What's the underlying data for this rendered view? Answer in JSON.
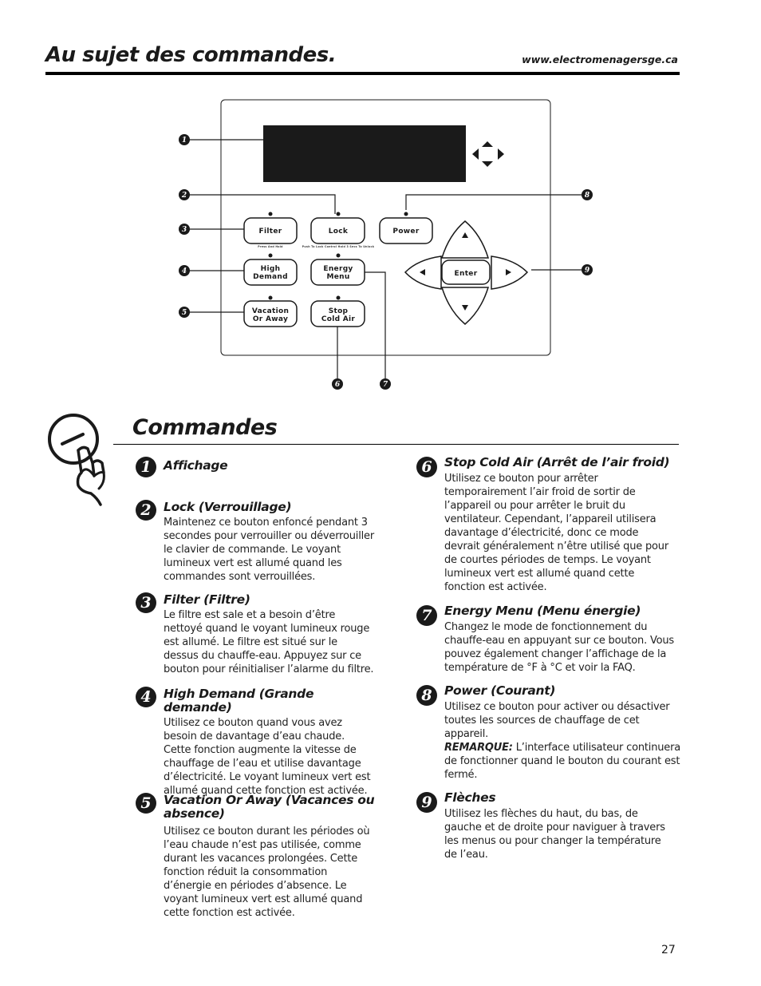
{
  "header": {
    "title": "Au sujet des commandes.",
    "url": "www.electromenagersge.ca"
  },
  "panel": {
    "buttons": {
      "filter": "Filter",
      "filter_sub": "Press And Hold",
      "lock": "Lock",
      "lock_sub": "Push To Lock Control Hold 3 Secs To Unlock",
      "power": "Power",
      "high_demand_line1": "High",
      "high_demand_line2": "Demand",
      "energy_menu_line1": "Energy",
      "energy_menu_line2": "Menu",
      "vacation_line1": "Vacation",
      "vacation_line2": "Or Away",
      "stop_line1": "Stop",
      "stop_line2": "Cold Air",
      "enter": "Enter"
    },
    "callouts": [
      "1",
      "2",
      "3",
      "4",
      "5",
      "6",
      "7",
      "8",
      "9"
    ]
  },
  "section": {
    "title": "Commandes"
  },
  "items_left": [
    {
      "num": "1",
      "title": "Affichage",
      "body": ""
    },
    {
      "num": "2",
      "title": "Lock (Verrouillage)",
      "body": "Maintenez ce bouton enfoncé pendant 3 secondes pour verrouiller ou déverrouiller le clavier de commande. Le voyant lumineux vert est allumé quand les commandes sont verrouillées."
    },
    {
      "num": "3",
      "title": "Filter (Filtre)",
      "body": "Le filtre est sale et a besoin d’être nettoyé quand le voyant lumineux rouge est allumé. Le filtre est situé sur le dessus du chauffe-eau. Appuyez sur ce bouton pour réinitialiser l’alarme du filtre."
    },
    {
      "num": "4",
      "title": "High Demand (Grande demande)",
      "body": "Utilisez ce bouton quand vous avez besoin de davantage d’eau chaude. Cette fonction augmente la vitesse de chauffage de l’eau et utilise davantage d’électricité. Le voyant lumineux vert est allumé quand cette fonction est activée."
    },
    {
      "num": "5",
      "title": "Vacation Or Away (Vacances ou absence)",
      "body": "Utilisez ce bouton durant les périodes où l’eau chaude n’est pas utilisée, comme durant les vacances prolongées. Cette fonction réduit la consommation d’énergie en périodes d’absence. Le voyant lumineux vert est allumé quand cette fonction est activée."
    }
  ],
  "items_right": [
    {
      "num": "6",
      "title": "Stop Cold Air (Arrêt de l’air froid)",
      "body": "Utilisez ce bouton pour arrêter temporairement l’air froid de sortir de l’appareil ou pour arrêter le bruit du ventilateur. Cependant, l’appareil utilisera davantage d’électricité, donc ce mode devrait généralement n’être utilisé que pour de courtes périodes de temps. Le voyant lumineux vert est allumé quand cette fonction est activée."
    },
    {
      "num": "7",
      "title": "Energy Menu (Menu énergie)",
      "body": "Changez le mode de fonctionnement du chauffe-eau en appuyant sur ce bouton. Vous pouvez également changer l’affichage de la température de °F à °C et voir la FAQ."
    },
    {
      "num": "8",
      "title": "Power (Courant)",
      "body": "Utilisez ce bouton pour activer ou désactiver toutes les sources de chauffage de cet appareil.",
      "note_label": "REMARQUE:",
      "note": " L’interface utilisateur continuera de fonctionner quand le bouton du courant est fermé."
    },
    {
      "num": "9",
      "title": "Flèches",
      "body": "Utilisez les flèches du haut, du bas, de gauche et de droite pour naviguer à travers les menus ou pour changer la température de l’eau."
    }
  ],
  "footer": {
    "page_number": "27"
  }
}
